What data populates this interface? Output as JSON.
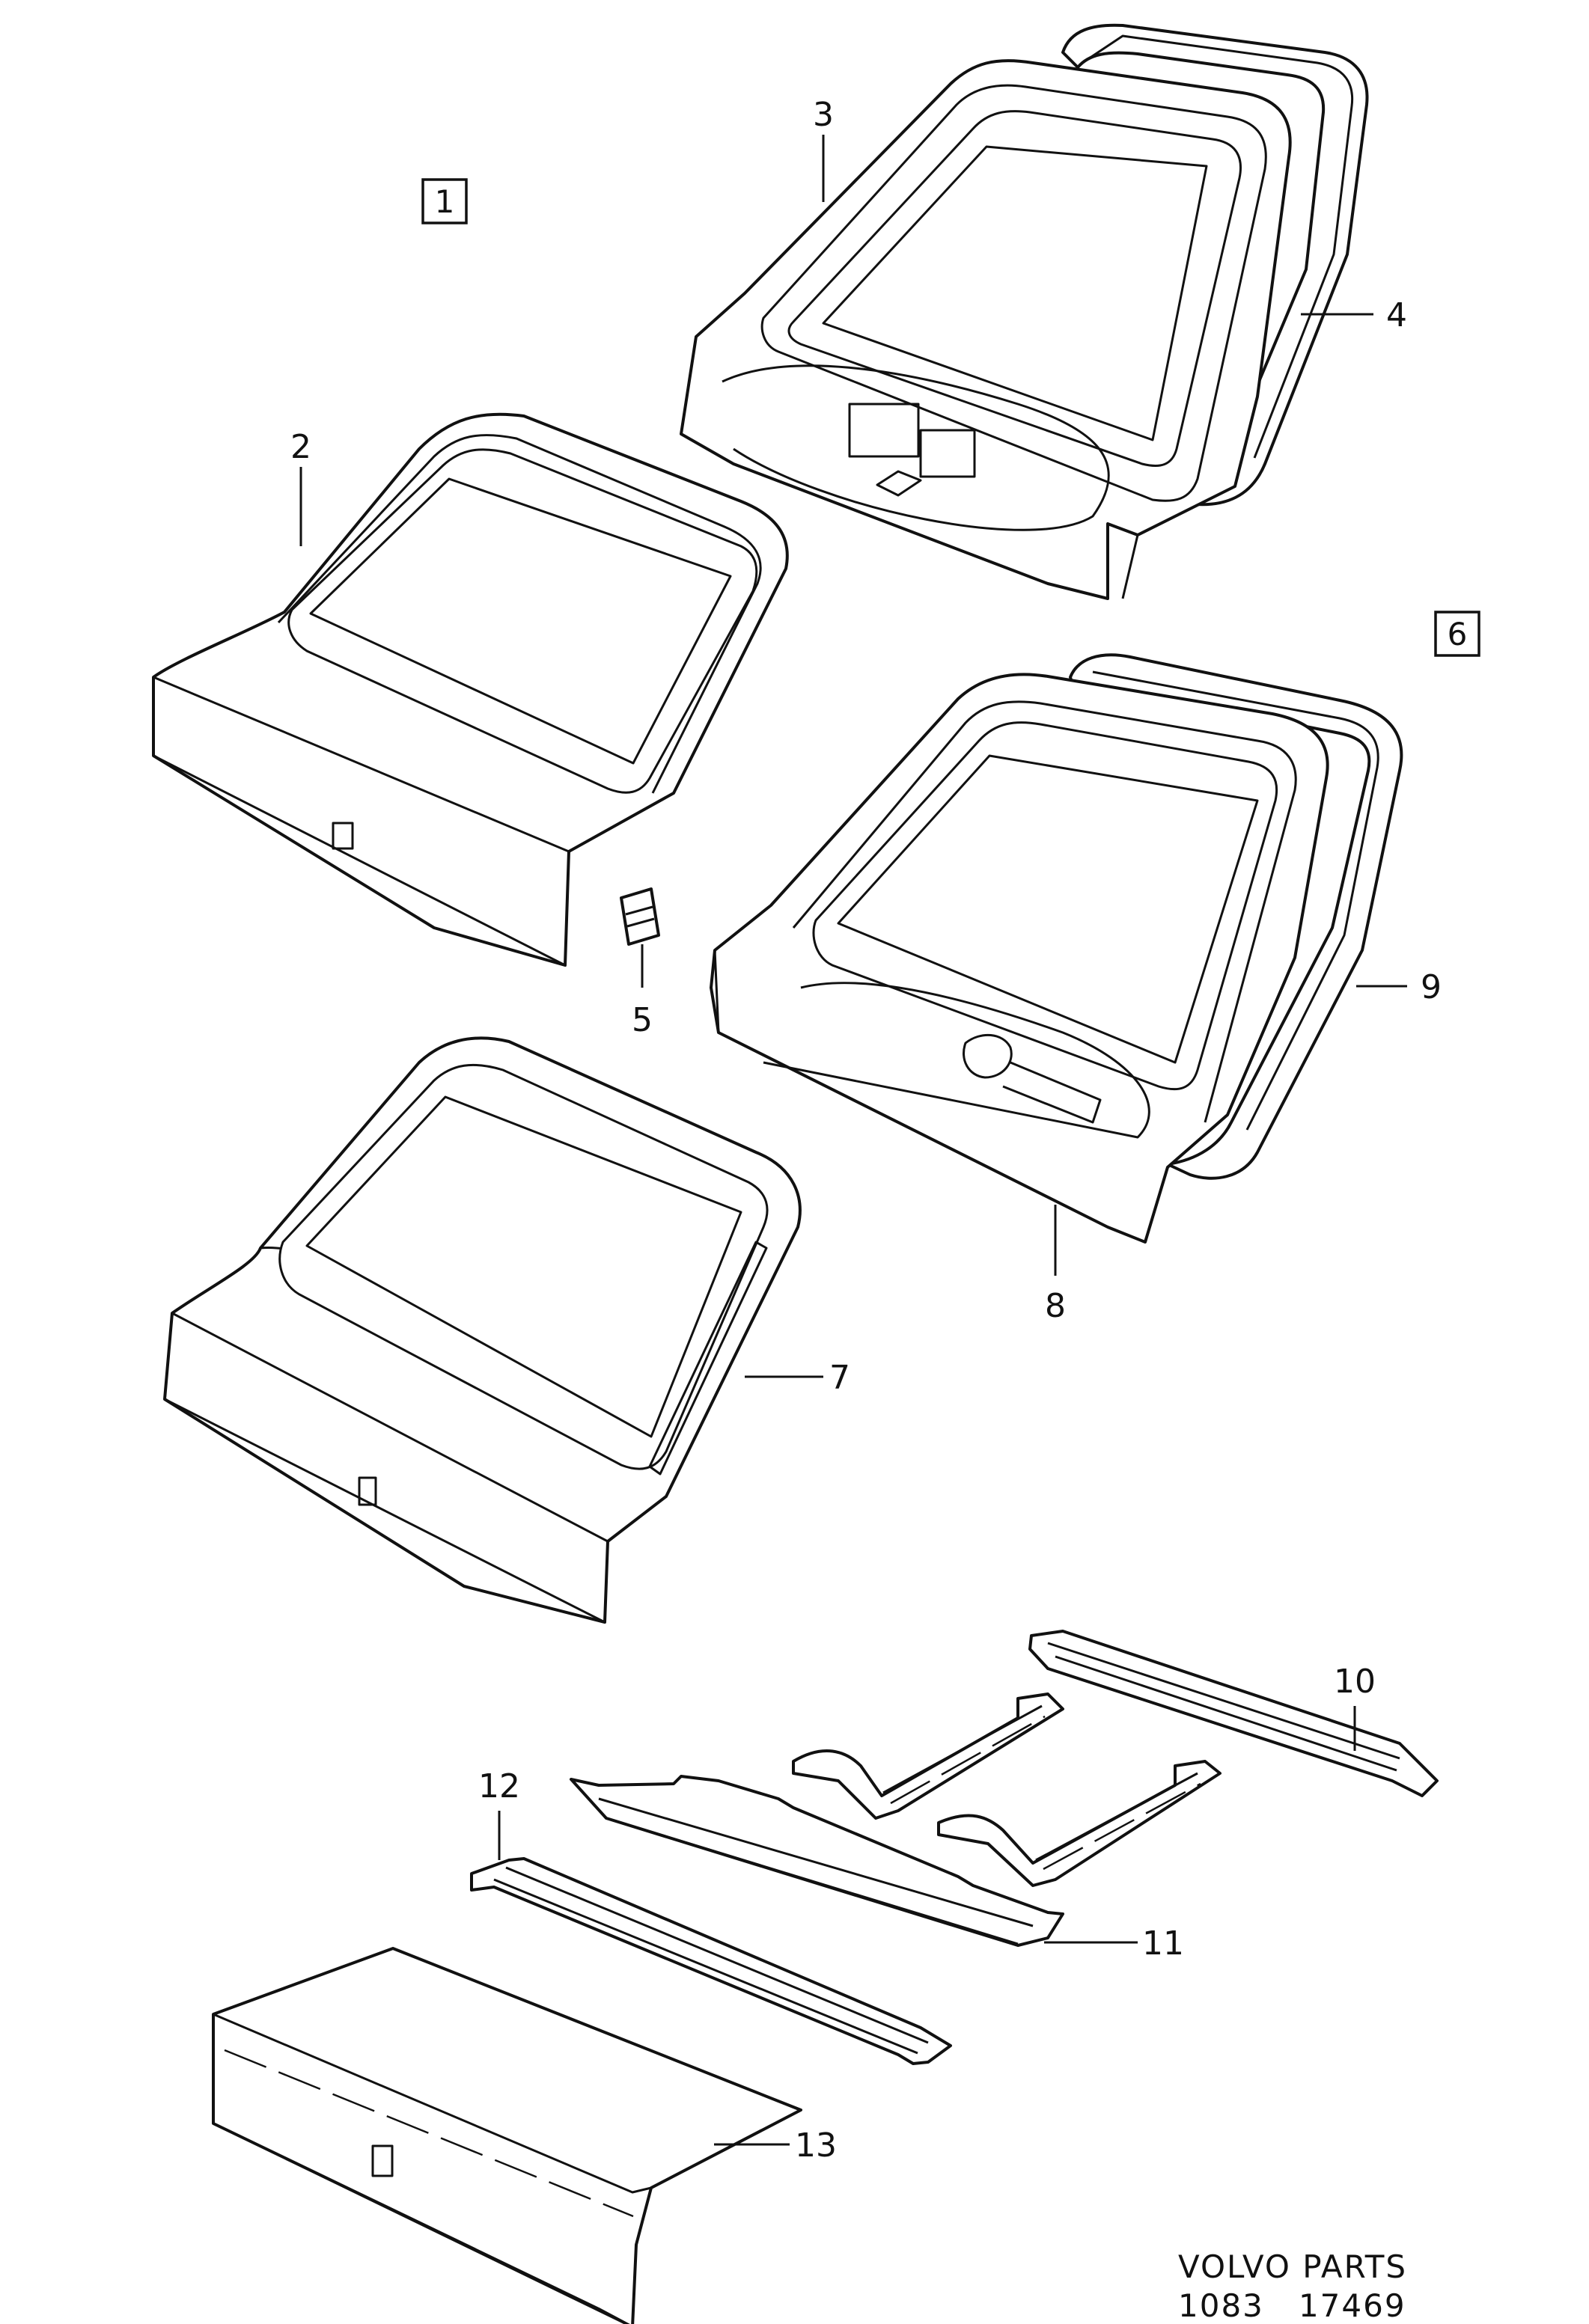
{
  "boxed_labels": {
    "group_a": "1",
    "group_b": "6"
  },
  "callouts": {
    "p2": "2",
    "p3": "3",
    "p4": "4",
    "p5": "5",
    "p7": "7",
    "p8": "8",
    "p9": "9",
    "p10": "10",
    "p11": "11",
    "p12": "12",
    "p13": "13"
  },
  "footer": {
    "brand": "VOLVO PARTS",
    "code": "1083   17469"
  }
}
